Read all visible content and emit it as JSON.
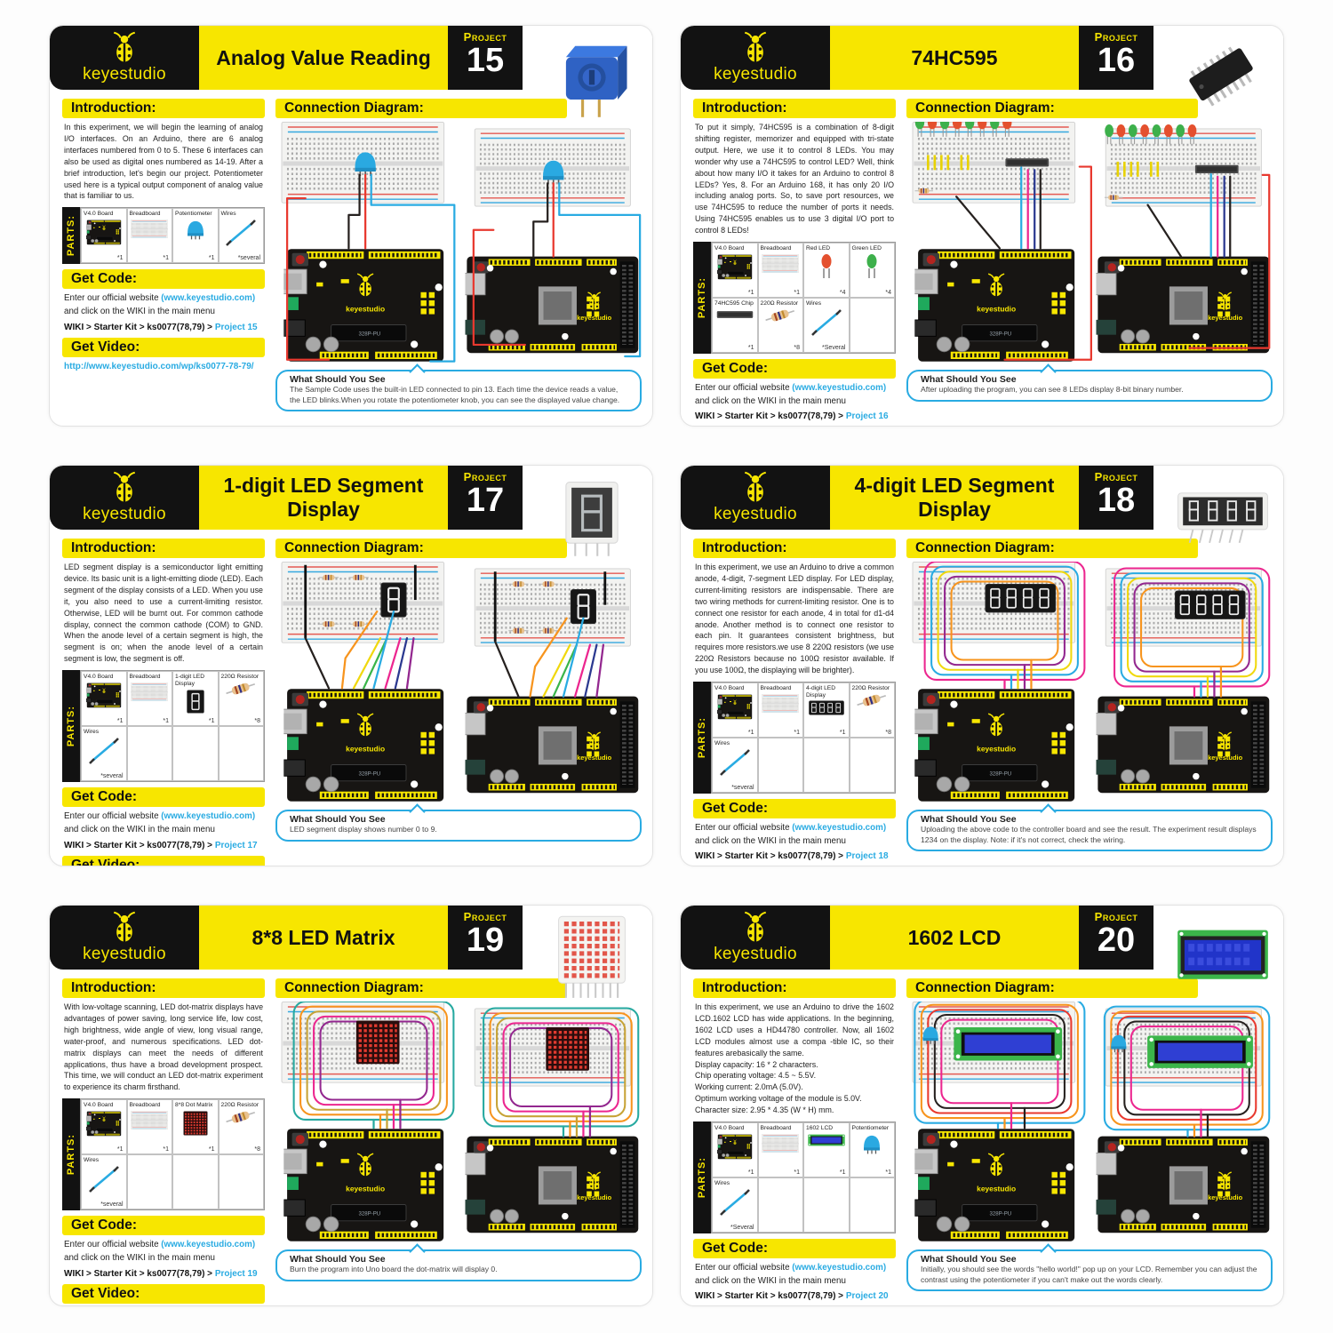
{
  "labels": {
    "brand": "keyestudio",
    "project": "Project",
    "introduction": "Introduction:",
    "connection_diagram": "Connection Diagram:",
    "parts": "PARTS:",
    "get_code": "Get Code:",
    "get_video": "Get Video:",
    "see": "What Should You See",
    "code_line1": "Enter our official website",
    "code_link": "(www.keyestudio.com)",
    "code_line2": "and click on the WIKI in the main menu",
    "code_path": "WIKI > Starter Kit > ks0077(78,79) >",
    "video_url": "http://www.keyestudio.com/wp/ks0077-78-79/"
  },
  "diagram_labels": {
    "brand": "keyestudio",
    "uno_chip": "328P-PU"
  },
  "colors": {
    "yellow": "#f7e600",
    "black": "#121212",
    "link_blue": "#29abe2"
  },
  "cards": [
    {
      "title": "Analog Value Reading",
      "number": "15",
      "component": "potentiometer",
      "intro": "In this experiment, we will begin the learning of analog I/O interfaces. On an Arduino, there are 6 analog interfaces numbered from 0 to 5. These 6 interfaces can also be used as digital ones numbered as 14-19. After a brief introduction, let's begin our project. Potentiometer used here is a typical output component of analog value that is familiar to us.",
      "parts": [
        {
          "name": "V4.0 Board",
          "qty": "*1"
        },
        {
          "name": "Breadboard",
          "qty": "*1"
        },
        {
          "name": "Potentiometer",
          "qty": "*1"
        },
        {
          "name": "Wires",
          "qty": "*several"
        }
      ],
      "project_link": "Project 15",
      "see_text": "The Sample Code uses the built-in LED connected to pin 13. Each time the device reads a value, the LED blinks.When you rotate the potentiometer knob, you can see the displayed value change."
    },
    {
      "title": "74HC595",
      "number": "16",
      "component": "74HC595 chip",
      "intro": "To put it simply, 74HC595 is a combination of 8-digit shifting register, memorizer and equipped with tri-state output. Here, we use it to control 8 LEDs. You may wonder why use a 74HC595 to control LED? Well, think about how many I/O it takes for an Arduino to control 8 LEDs? Yes, 8. For an Arduino 168, it has only 20 I/O including analog ports. So, to save port resources, we use 74HC595 to reduce the number of ports it needs. Using 74HC595 enables us to use 3 digital I/O port to control 8 LEDs!",
      "parts": [
        {
          "name": "V4.0 Board",
          "qty": "*1"
        },
        {
          "name": "Breadboard",
          "qty": "*1"
        },
        {
          "name": "Red LED",
          "qty": "*4"
        },
        {
          "name": "Green LED",
          "qty": "*4"
        },
        {
          "name": "74HC595 Chip",
          "qty": "*1"
        },
        {
          "name": "220Ω Resistor",
          "qty": "*8"
        },
        {
          "name": "Wires",
          "qty": "*Several"
        }
      ],
      "project_link": "Project 16",
      "see_text": "After uploading the program, you can see 8 LEDs display 8-bit binary number."
    },
    {
      "title": "1-digit LED Segment Display",
      "number": "17",
      "component": "1-digit LED segment display",
      "intro": "LED segment display is a semiconductor light emitting device. Its basic unit is a light-emitting diode (LED). Each segment of the display consists of a LED. When you use it, you also need to use a current-limiting resistor. Otherwise, LED will be burnt out. For common cathode display, connect the common cathode (COM) to GND. When the anode level of a certain segment is high, the segment is on; when the anode level of a certain segment is low, the segment is off.",
      "parts": [
        {
          "name": "V4.0 Board",
          "qty": "*1"
        },
        {
          "name": "Breadboard",
          "qty": "*1"
        },
        {
          "name": "1-digit LED Display",
          "qty": "*1"
        },
        {
          "name": "220Ω Resistor",
          "qty": "*8"
        },
        {
          "name": "Wires",
          "qty": "*several"
        }
      ],
      "project_link": "Project 17",
      "see_text": "LED segment display shows number 0 to 9."
    },
    {
      "title": "4-digit LED Segment Display",
      "number": "18",
      "component": "4-digit LED segment display",
      "intro": "In this experiment, we use an Arduino to drive a common anode, 4-digit, 7-segment LED display. For LED display, current-limiting resistors are indispensable. There are two wiring methods for current-limiting resistor. One is to connect one resistor for each anode, 4 in total for d1-d4 anode. Another method is to connect one resistor to each pin. It guarantees consistent brightness, but requires more resistors.we use 8 220Ω resistors (we use 220Ω Resistors because no 100Ω resistor available. If you use 100Ω, the displaying will be brighter).",
      "parts": [
        {
          "name": "V4.0 Board",
          "qty": "*1"
        },
        {
          "name": "Breadboard",
          "qty": "*1"
        },
        {
          "name": "4-digit LED Display",
          "qty": "*1"
        },
        {
          "name": "220Ω Resistor",
          "qty": "*8"
        },
        {
          "name": "Wires",
          "qty": "*several"
        }
      ],
      "project_link": "Project 18",
      "see_text": "Uploading the above code to the controller board and see the result. The experiment result displays 1234 on the display. Note: if it's not correct, check the wiring."
    },
    {
      "title": "8*8 LED Matrix",
      "number": "19",
      "component": "8*8 dot matrix",
      "intro": "With low-voltage scanning, LED dot-matrix displays have advantages of power saving, long service life, low cost, high brightness, wide angle of view, long visual range, water-proof, and numerous specifications. LED dot-matrix displays can meet the needs of different applications, thus have a broad development prospect. This time, we will conduct an LED dot-matrix experiment to experience its charm firsthand.",
      "parts": [
        {
          "name": "V4.0 Board",
          "qty": "*1"
        },
        {
          "name": "Breadboard",
          "qty": "*1"
        },
        {
          "name": "8*8 Dot Matrix",
          "qty": "*1"
        },
        {
          "name": "220Ω Resistor",
          "qty": "*8"
        },
        {
          "name": "Wires",
          "qty": "*several"
        }
      ],
      "project_link": "Project 19",
      "see_text": "Burn the program into Uno board the dot-matrix will display 0."
    },
    {
      "title": "1602 LCD",
      "number": "20",
      "component": "1602 LCD",
      "intro": "In this experiment, we use an Arduino to drive the 1602 LCD.1602 LCD has wide applications. In the beginning, 1602 LCD uses a HD44780 controller. Now, all 1602 LCD modules almost use a compa -tible IC, so their features arebasically the same.\nDisplay capacity: 16 * 2 characters.\nChip operating voltage: 4.5 ~ 5.5V.\nWorking current: 2.0mA (5.0V).\nOptimum working voltage of the module is 5.0V.\nCharacter size: 2.95 * 4.35 (W * H) mm.",
      "parts": [
        {
          "name": "V4.0 Board",
          "qty": "*1"
        },
        {
          "name": "Breadboard",
          "qty": "*1"
        },
        {
          "name": "1602 LCD",
          "qty": "*1"
        },
        {
          "name": "Potentiometer",
          "qty": "*1"
        },
        {
          "name": "Wires",
          "qty": "*Several"
        }
      ],
      "project_link": "Project 20",
      "see_text": "Initially, you should see the words \"hello world!\" pop up on your LCD. Remember you can adjust the contrast using the potentiometer if you can't make out the words clearly."
    }
  ]
}
